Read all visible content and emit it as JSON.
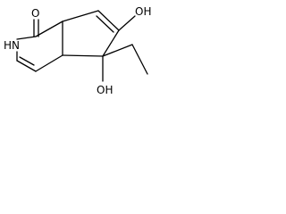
{
  "molecule": {
    "atoms": {
      "carbonyl_oxygen": "O",
      "ring_nitrogen_h": "HN",
      "hydroxyl_top": "OH",
      "hydroxyl_bottom": "OH"
    }
  }
}
